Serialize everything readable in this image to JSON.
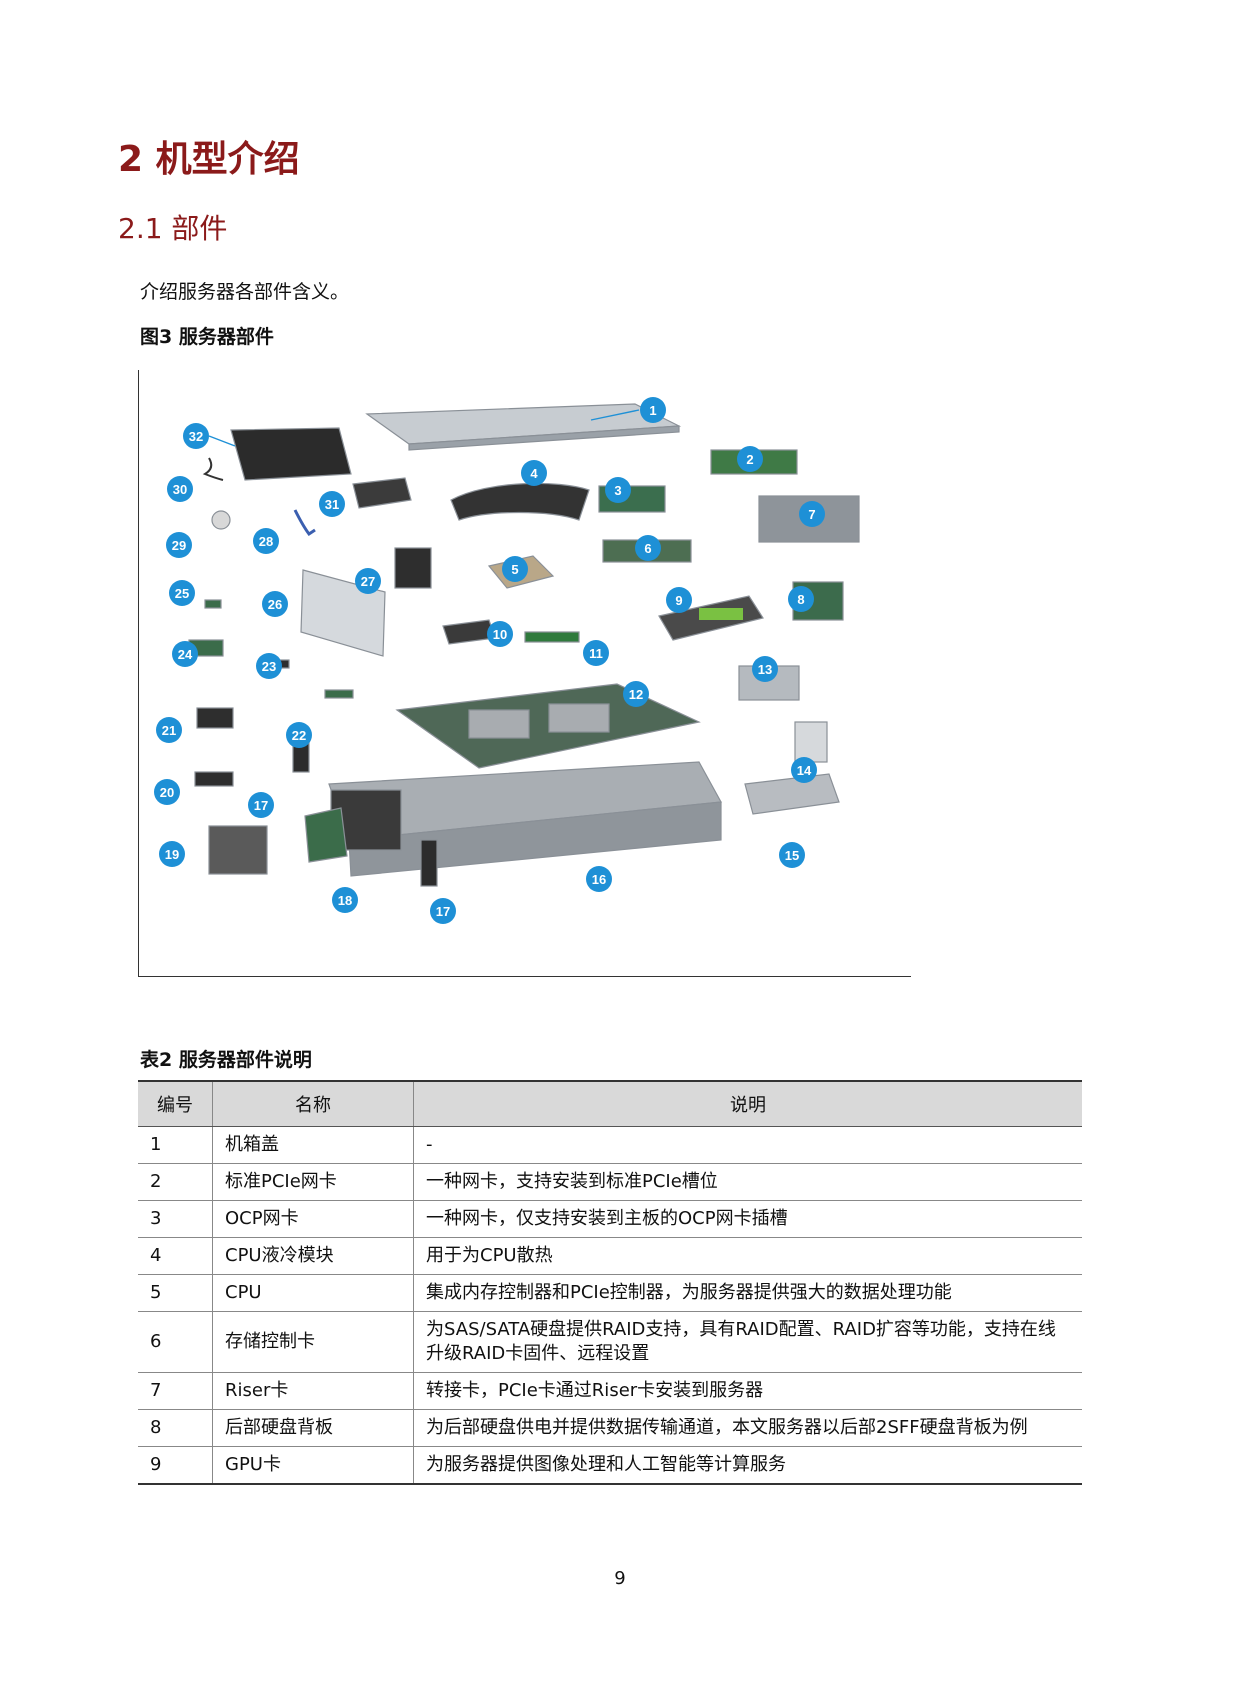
{
  "heading1": "2  机型介绍",
  "heading2": "2.1  部件",
  "intro": "介绍服务器各部件含义。",
  "figure_caption": "图3 服务器部件",
  "figure_callouts": [
    "1",
    "2",
    "3",
    "4",
    "5",
    "6",
    "7",
    "8",
    "9",
    "10",
    "11",
    "12",
    "13",
    "14",
    "15",
    "16",
    "17",
    "17",
    "18",
    "19",
    "20",
    "21",
    "22",
    "23",
    "24",
    "25",
    "26",
    "27",
    "28",
    "29",
    "30",
    "31",
    "32"
  ],
  "colors": {
    "heading": "#8b1a1a",
    "callout": "#1e90d6",
    "header_bg": "#d9d9d9"
  },
  "table_caption": "表2 服务器部件说明",
  "table": {
    "headers": [
      "编号",
      "名称",
      "说明"
    ],
    "rows": [
      [
        "1",
        "机箱盖",
        "-"
      ],
      [
        "2",
        "标准PCIe网卡",
        "一种网卡，支持安装到标准PCIe槽位"
      ],
      [
        "3",
        "OCP网卡",
        "一种网卡，仅支持安装到主板的OCP网卡插槽"
      ],
      [
        "4",
        "CPU液冷模块",
        "用于为CPU散热"
      ],
      [
        "5",
        "CPU",
        "集成内存控制器和PCIe控制器，为服务器提供强大的数据处理功能"
      ],
      [
        "6",
        "存储控制卡",
        "为SAS/SATA硬盘提供RAID支持，具有RAID配置、RAID扩容等功能，支持在线升级RAID卡固件、远程设置"
      ],
      [
        "7",
        "Riser卡",
        "转接卡，PCIe卡通过Riser卡安装到服务器"
      ],
      [
        "8",
        "后部硬盘背板",
        "为后部硬盘供电并提供数据传输通道，本文服务器以后部2SFF硬盘背板为例"
      ],
      [
        "9",
        "GPU卡",
        "为服务器提供图像处理和人工智能等计算服务"
      ]
    ]
  },
  "page_number": "9"
}
